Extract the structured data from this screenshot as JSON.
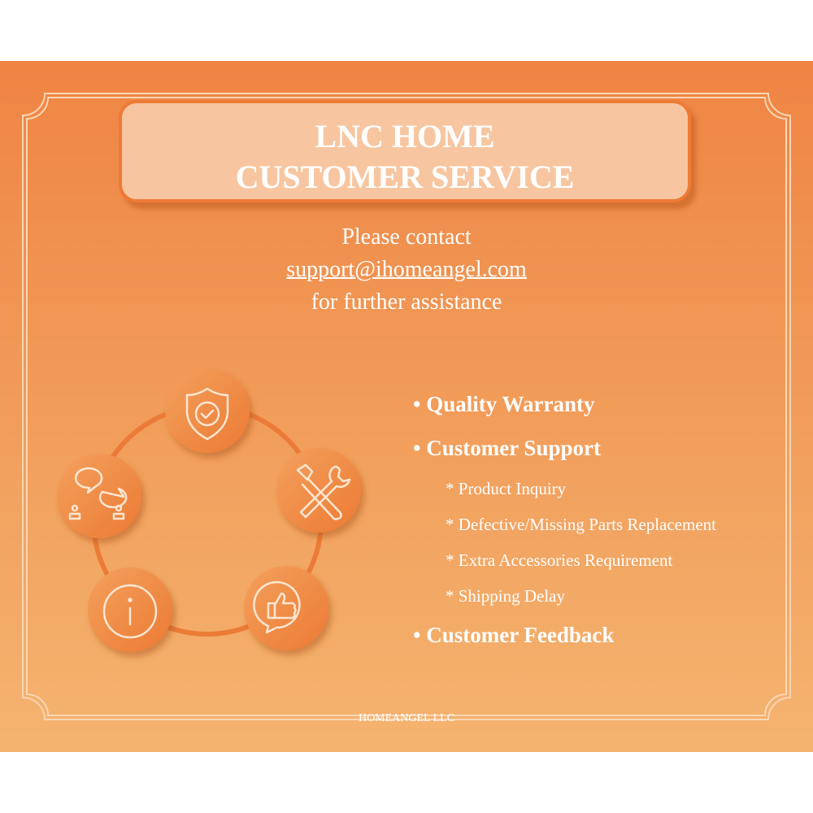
{
  "title": {
    "line1": "LNC HOME",
    "line2": "CUSTOMER SERVICE"
  },
  "contact": {
    "line1": "Please contact",
    "email": "support@ihomeangel.com",
    "line3": "for further assistance"
  },
  "features": [
    {
      "label": "• Quality Warranty",
      "level": 1
    },
    {
      "label": "• Customer Support",
      "level": 1
    },
    {
      "label": "* Product Inquiry",
      "level": 2
    },
    {
      "label": "* Defective/Missing Parts Replacement",
      "level": 2
    },
    {
      "label": "* Extra Accessories Requirement",
      "level": 2
    },
    {
      "label": "* Shipping Delay",
      "level": 2
    },
    {
      "label": "• Customer Feedback",
      "level": 1
    }
  ],
  "icons": [
    "shield-check-icon",
    "tools-icon",
    "thumbs-up-icon",
    "info-icon",
    "chat-icon"
  ],
  "footer": "HOMEANGEL LLC",
  "colors": {
    "accent": "#ef8443",
    "light": "#f7c6a0"
  }
}
